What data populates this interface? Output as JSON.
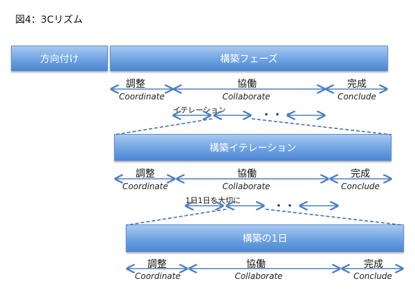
{
  "title": "図4：3Cリズム",
  "phases": {
    "orientation": "方向付け",
    "construction": "構築フェーズ",
    "iteration": "構築イテレーション",
    "day": "構築の1日"
  },
  "segments": {
    "jp": [
      "調整",
      "協働",
      "完成"
    ],
    "en": [
      "Coordinate",
      "Collaborate",
      "Conclude"
    ]
  },
  "annotations": {
    "iteration": "イテレーション",
    "daily": "1日1日を大切に",
    "ellipsis": "・・・"
  },
  "colors": {
    "arrow": "#4a7fc1"
  }
}
